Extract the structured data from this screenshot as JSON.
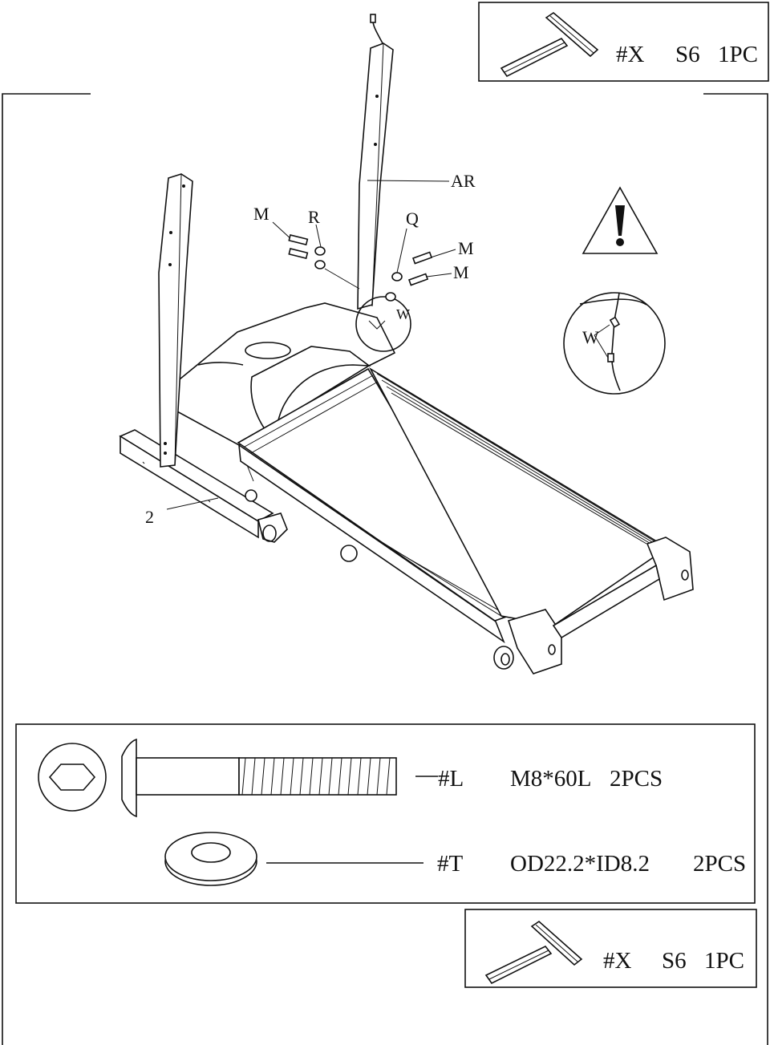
{
  "tool_box_top": {
    "code": "#X",
    "size": "S6",
    "qty": "1PC"
  },
  "tool_box_bottom": {
    "code": "#X",
    "size": "S6",
    "qty": "1PC"
  },
  "parts": {
    "arm_right": "AR",
    "bolt_m": "M",
    "washer_r": "R",
    "washer_q": "Q",
    "wire_w": "W",
    "base_frame": "2"
  },
  "detail_label": "W",
  "hardware": [
    {
      "code": "#L",
      "spec": "M8*60L",
      "qty": "2PCS"
    },
    {
      "code": "#T",
      "spec": "OD22.2*ID8.2",
      "qty": "2PCS"
    }
  ]
}
